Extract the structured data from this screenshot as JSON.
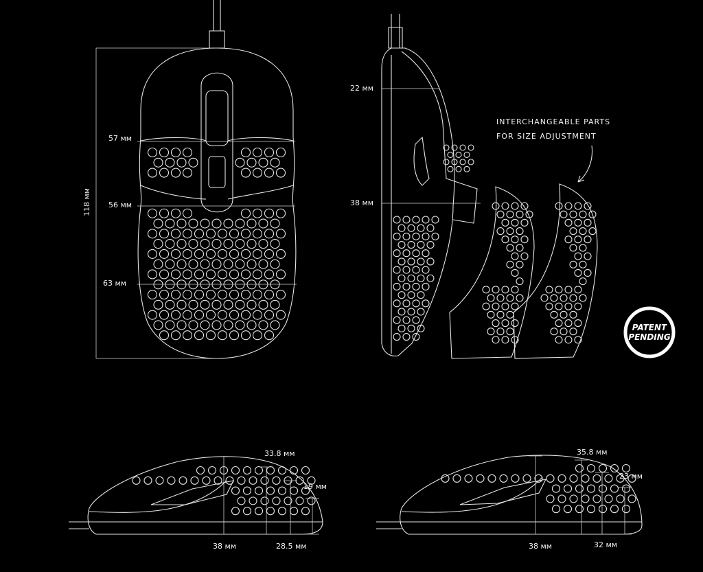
{
  "top_view": {
    "length": "118 мм",
    "width_front": "57 мм",
    "width_mid": "56 мм",
    "width_rear": "63 мм"
  },
  "side_view": {
    "front_width": "22 мм",
    "rear_width": "38 мм"
  },
  "note": {
    "line1": "INTERCHANGEABLE PARTS",
    "line2": "FOR SIZE ADJUSTMENT"
  },
  "badge": {
    "line1": "PATENT",
    "line2": "PENDING"
  },
  "profile_left": {
    "height_max": "33.8 мм",
    "height_front": "19 мм",
    "dist_rear": "38 мм",
    "dist_front": "28.5 мм"
  },
  "profile_right": {
    "height_max": "35.8 мм",
    "height_front": "23 мм",
    "dist_rear": "38 мм",
    "dist_front": "32 мм"
  }
}
